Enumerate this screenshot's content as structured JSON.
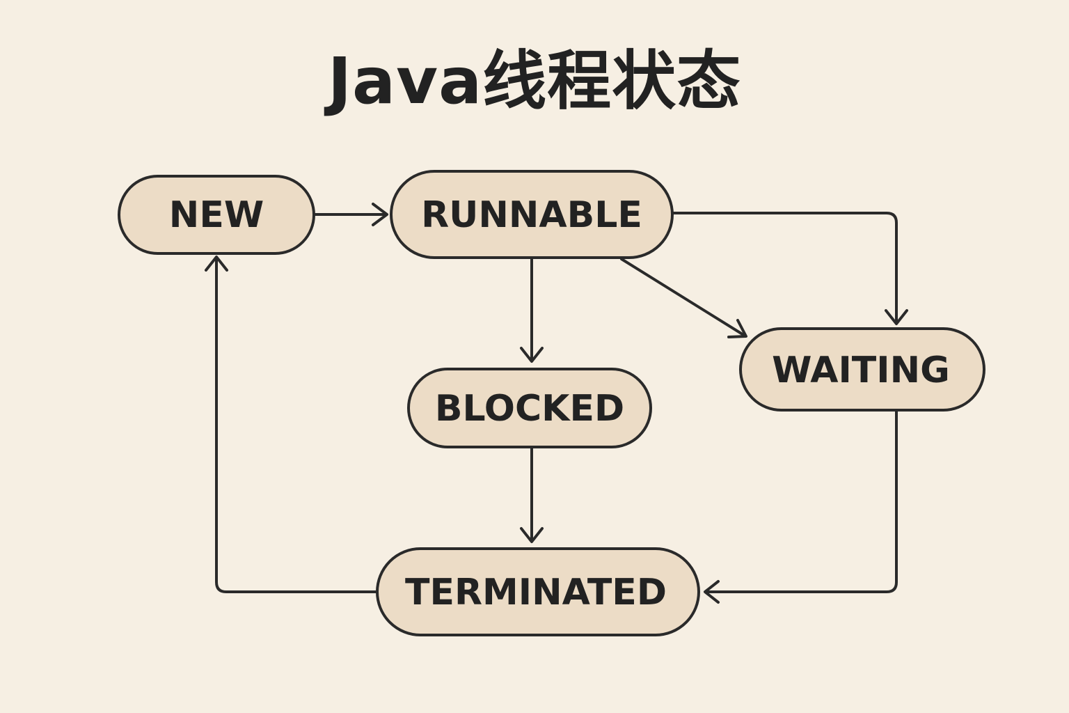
{
  "title": "Java线程状态",
  "colors": {
    "background": "#f6efe3",
    "node_fill": "#ecdcc6",
    "stroke": "#2a2a2a",
    "text": "#222222"
  },
  "states": {
    "new": "NEW",
    "runnable": "RUNNABLE",
    "blocked": "BLOCKED",
    "waiting": "WAITING",
    "terminated": "TERMINATED"
  },
  "transitions": [
    {
      "from": "NEW",
      "to": "RUNNABLE"
    },
    {
      "from": "RUNNABLE",
      "to": "BLOCKED"
    },
    {
      "from": "RUNNABLE",
      "to": "WAITING"
    },
    {
      "from": "RUNNABLE",
      "to": "WAITING"
    },
    {
      "from": "BLOCKED",
      "to": "TERMINATED"
    },
    {
      "from": "WAITING",
      "to": "TERMINATED"
    },
    {
      "from": "TERMINATED",
      "to": "NEW"
    }
  ]
}
